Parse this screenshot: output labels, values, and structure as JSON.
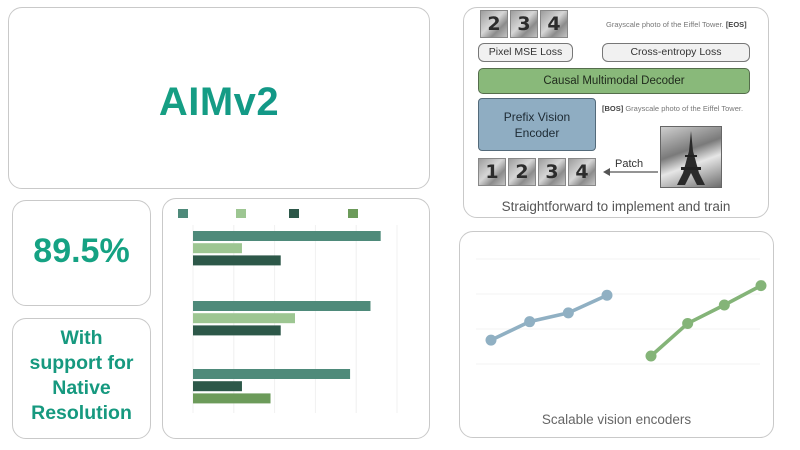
{
  "title_card": {
    "title": "AIMv2"
  },
  "stat_card": {
    "value": "89.5%"
  },
  "resolution_card": {
    "text": "With\nsupport for\nNative\nResolution"
  },
  "diagram": {
    "top_caption": "Grayscale photo of the Eiffel Tower.",
    "eos_token": "[EOS]",
    "bos_token": "[BOS]",
    "bottom_caption": "Grayscale photo of the Eiffel Tower.",
    "pixel_loss_label": "Pixel MSE Loss",
    "ce_loss_label": "Cross-entropy Loss",
    "decoder_label": "Causal Multimodal Decoder",
    "encoder_label": "Prefix Vision\nEncoder",
    "patch_label": "Patch",
    "output_tiles": [
      "2",
      "3",
      "4"
    ],
    "input_tiles": [
      "1",
      "2",
      "3",
      "4"
    ],
    "caption": "Straightforward to implement and train"
  },
  "scaling": {
    "caption": "Scalable vision encoders"
  },
  "colors": {
    "bar_series": [
      "#4e8a7a",
      "#9dc692",
      "#2d5849",
      "#6c9b5a"
    ],
    "line_blue": "#90b0c3",
    "line_green": "#84b478"
  },
  "chart_data": [
    {
      "type": "bar",
      "orientation": "horizontal",
      "title": "",
      "legend_placement": "top",
      "groups": [
        {
          "bars": [
            {
              "series": 0,
              "value": 0.92
            },
            {
              "series": 1,
              "value": 0.24
            },
            {
              "series": 2,
              "value": 0.43
            }
          ]
        },
        {
          "bars": [
            {
              "series": 0,
              "value": 0.87
            },
            {
              "series": 1,
              "value": 0.5
            },
            {
              "series": 2,
              "value": 0.43
            }
          ]
        },
        {
          "bars": [
            {
              "series": 0,
              "value": 0.77
            },
            {
              "series": 2,
              "value": 0.24
            },
            {
              "series": 3,
              "value": 0.38
            }
          ]
        }
      ],
      "xlim": [
        0,
        1
      ],
      "grid": true
    },
    {
      "type": "line",
      "title": "",
      "series": [
        {
          "x": [
            1,
            2,
            3,
            4
          ],
          "values": [
            0.18,
            0.39,
            0.49,
            0.69
          ]
        },
        {
          "x": [
            1,
            2,
            3,
            4
          ],
          "values": [
            0.0,
            0.37,
            0.58,
            0.8
          ]
        }
      ],
      "ylim": [
        0,
        1
      ],
      "grid": true
    }
  ]
}
